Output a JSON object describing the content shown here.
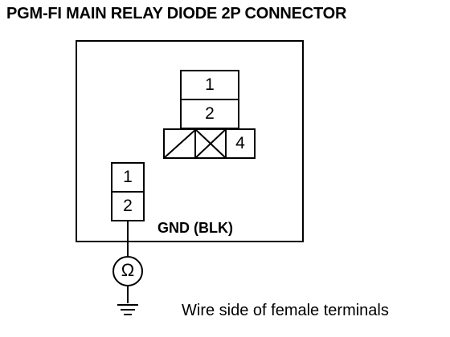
{
  "title": "PGM-FI MAIN RELAY DIODE 2P CONNECTOR",
  "relay_connector": {
    "terminal_1": "1",
    "terminal_2": "2",
    "terminal_4": "4"
  },
  "diode_connector": {
    "terminal_1": "1",
    "terminal_2": "2"
  },
  "gnd_label": "GND (BLK)",
  "ohmmeter_symbol": "Ω",
  "caption": "Wire side of female terminals"
}
